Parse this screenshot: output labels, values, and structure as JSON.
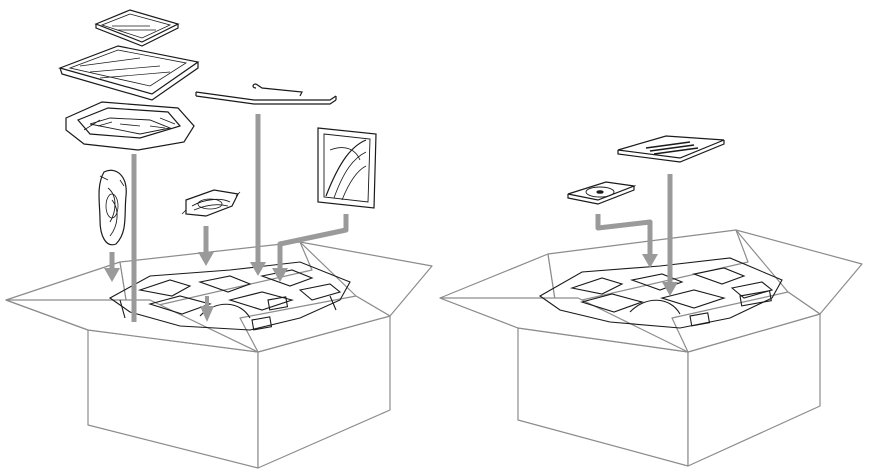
{
  "diagram": {
    "type": "packing-illustration",
    "text_labels": [],
    "colors": {
      "background": "#ffffff",
      "line": "#1a1a1a",
      "box_line": "#8c8c8c",
      "arrow": "#9a9a9a"
    },
    "boxes": [
      {
        "name": "box-left",
        "items": [
          "document-cover",
          "scanner-lid",
          "machine-body",
          "phone-cord",
          "ac-power-cord",
          "cable-wire",
          "drum-unit-carton"
        ]
      },
      {
        "name": "box-right",
        "items": [
          "manual-booklet",
          "cd-rom"
        ]
      }
    ]
  }
}
